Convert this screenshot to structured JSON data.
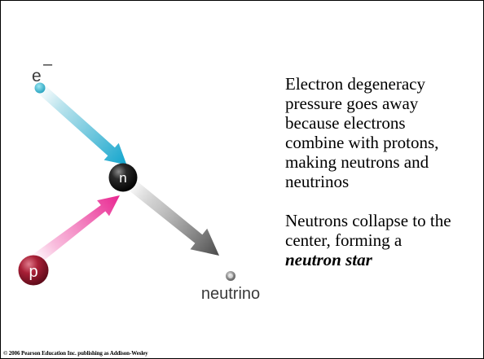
{
  "diagram": {
    "electron_label": "e",
    "electron_charge": "–",
    "neutron_label": "n",
    "proton_label": "p",
    "neutrino_label": "neutrino",
    "colors": {
      "electron_arrow": "#3ab0cc",
      "proton_arrow": "#ec3f9d",
      "neutron_arrow": "#555555",
      "proton_sphere": "#a81f36",
      "neutron_sphere": "#1a1a1a"
    }
  },
  "text": {
    "paragraph1_lines": [
      "Electron degeneracy",
      "pressure goes away",
      "because electrons",
      "combine with protons,",
      "making neutrons and",
      "neutrinos"
    ],
    "paragraph2_lines": [
      "Neutrons collapse to the",
      "center, forming a"
    ],
    "paragraph2_emphasis": "neutron star"
  },
  "footer": {
    "copyright": "© 2006 Pearson Education Inc. publishing as Addison-Wesley"
  }
}
